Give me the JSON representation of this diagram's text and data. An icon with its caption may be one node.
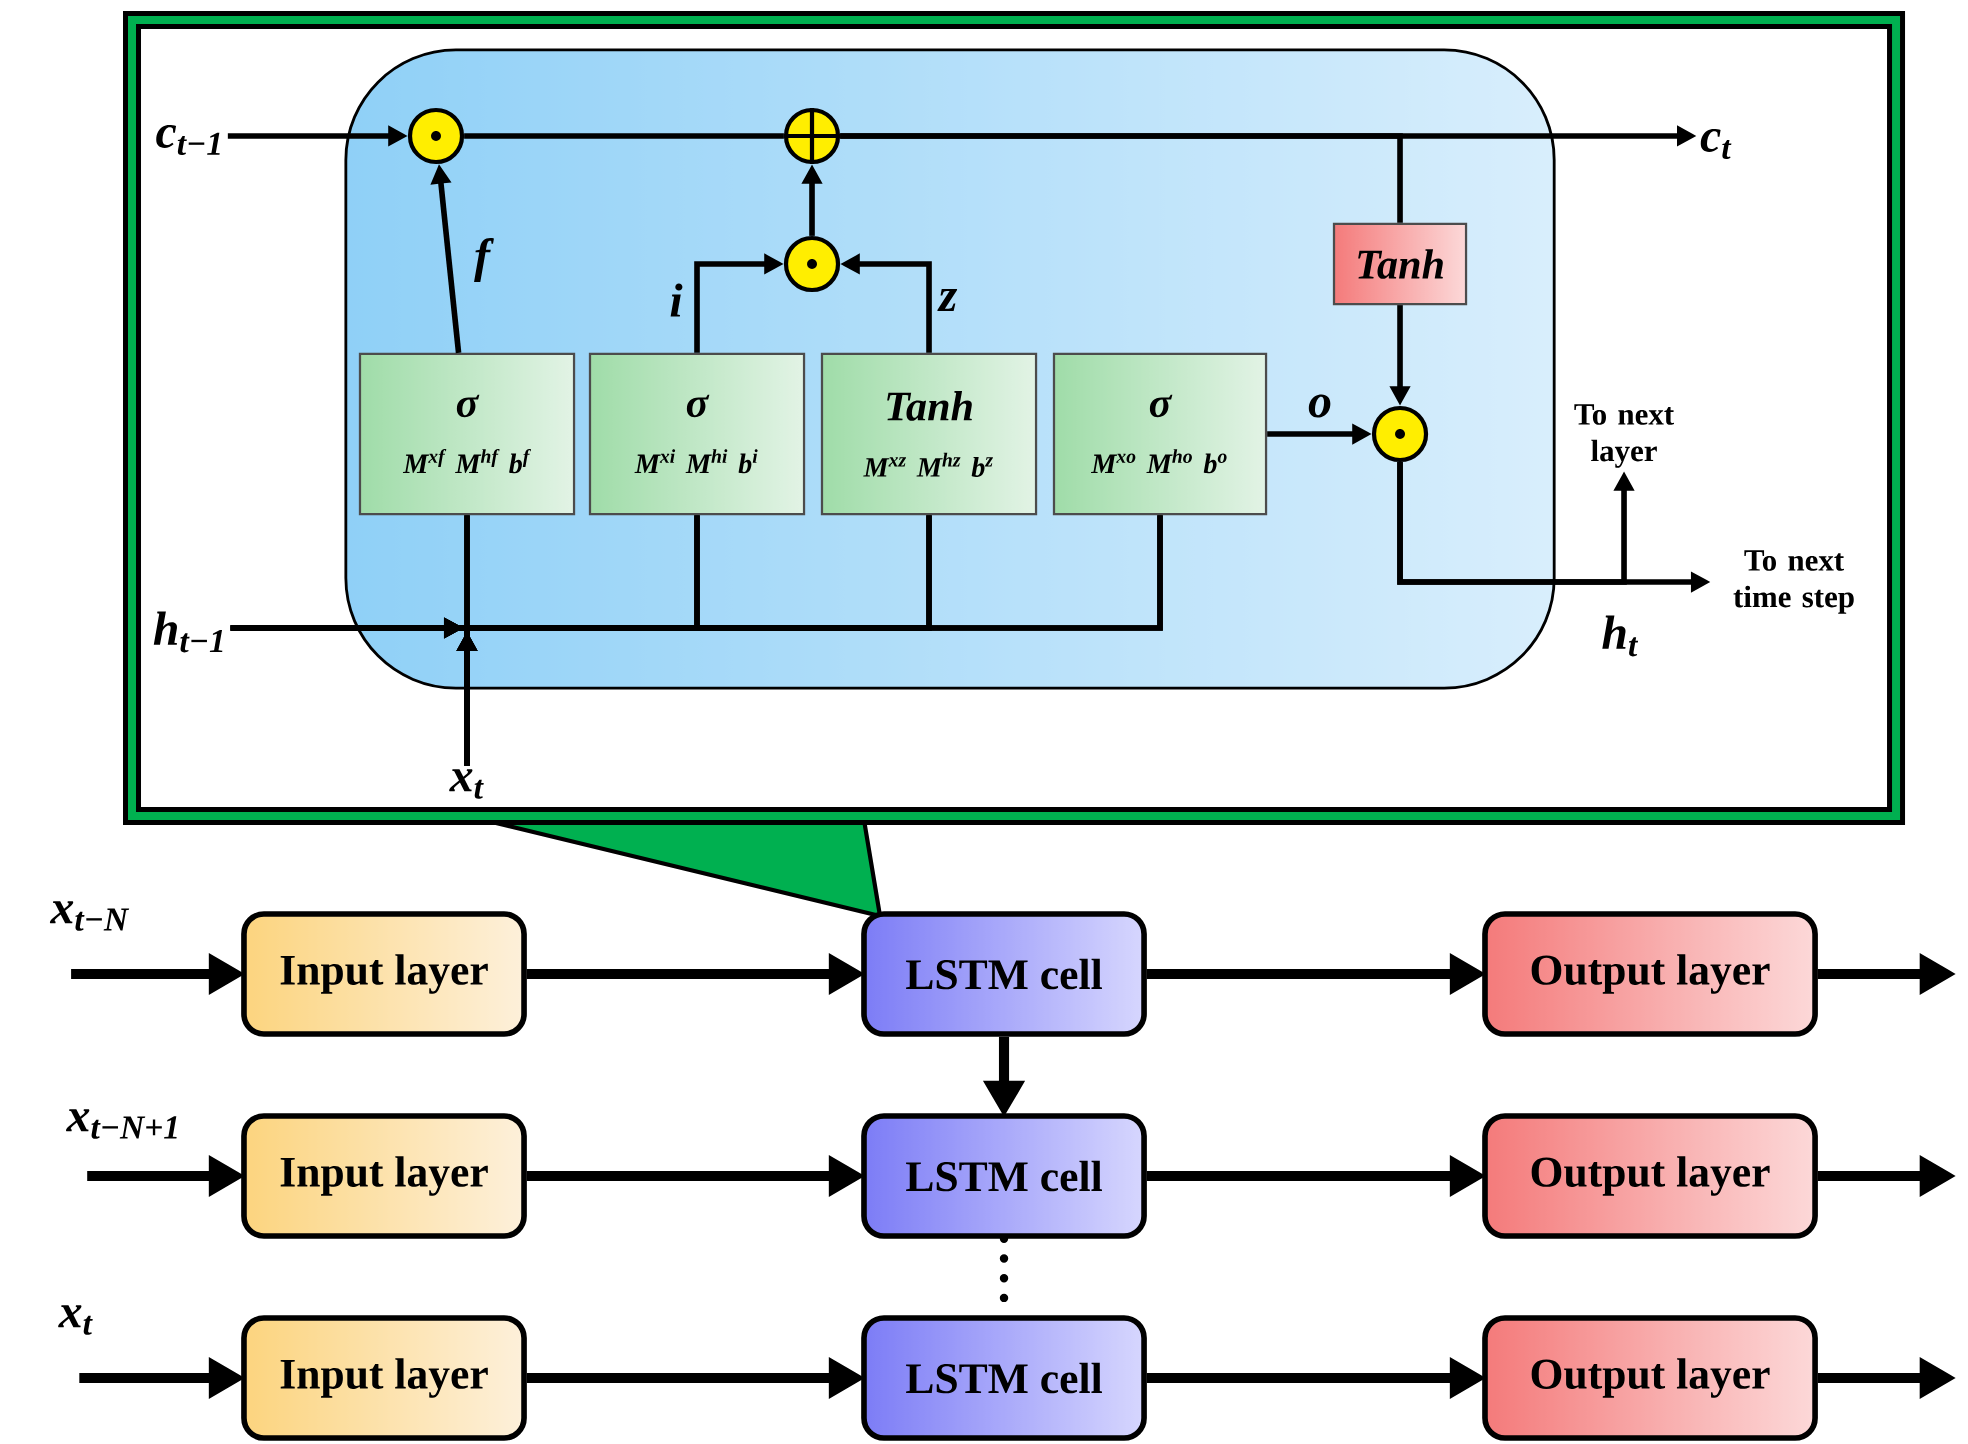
{
  "diagram": {
    "nodes": [
      {
        "text": [],
        "shape": "box"
      },
      {
        "text": [
          "σ",
          "M$^{xf}$ M$^{hf}$  b$^{f}$"
        ],
        "in": 0
      },
      {
        "text": [
          "σ",
          "M$^{xi}$ M$^{hi}$  b$^{i}$"
        ],
        "in": 0
      },
      {
        "text": [
          "Tanh",
          "M$^{xz}$ M$^{hz}$  b$^{z}$"
        ],
        "in": 0
      },
      {
        "text": [
          "σ",
          "M$^{xo}$ M$^{ho}$  b$^{o}$"
        ],
        "in": 0
      },
      {
        "text": [
          "Tanh"
        ],
        "in": 0
      },
      {
        "text": [],
        "shape": "circle",
        "in": 0
      },
      {
        "text": [],
        "shape": "circle",
        "in": 0
      },
      {
        "text": [],
        "shape": "circle",
        "in": 0
      },
      {
        "text": [],
        "shape": "circle",
        "in": 0
      },
      {
        "text": [
          "c$_{t−1}$"
        ]
      },
      {
        "text": [
          "c$_{t}$"
        ]
      },
      {
        "text": [
          "h$_{t−1}$"
        ]
      },
      {
        "text": [
          "x$_{t}$"
        ]
      },
      {
        "text": [
          "To next time step"
        ]
      },
      {
        "text": [
          "To next layer"
        ]
      },
      {
        "text": [
          "x$_{t−N}$"
        ]
      },
      {
        "text": [
          "Input layer"
        ]
      },
      {
        "text": [
          "LSTM cell"
        ]
      },
      {
        "text": [
          "Output layer"
        ]
      },
      {
        "text": [
          "x$_{t−N+1}$"
        ]
      },
      {
        "text": [
          "Input layer"
        ]
      },
      {
        "text": [
          "LSTM cell"
        ]
      },
      {
        "text": [
          "Output layer"
        ]
      },
      {
        "text": [
          "x$_{t}$"
        ]
      },
      {
        "text": [
          "Input layer"
        ]
      },
      {
        "text": [
          "LSTM cell"
        ]
      },
      {
        "text": [
          "Output layer"
        ]
      }
    ],
    "edges": [
      {
        "from": 10,
        "to": 6,
        "arrow": "to"
      },
      {
        "from": 1,
        "to": 6,
        "arrow": "to",
        "label": "f"
      },
      {
        "from": 6,
        "to": 7,
        "arrow": "none"
      },
      {
        "from": 2,
        "to": 8,
        "arrow": "to",
        "label": "i"
      },
      {
        "from": 3,
        "to": 8,
        "arrow": "to",
        "label": "z"
      },
      {
        "from": 8,
        "to": 7,
        "arrow": "to"
      },
      {
        "from": 7,
        "to": 11,
        "arrow": "to"
      },
      {
        "from": 7,
        "to": 5,
        "arrow": "none"
      },
      {
        "from": 5,
        "to": 9,
        "arrow": "to"
      },
      {
        "from": 4,
        "to": 9,
        "arrow": "to",
        "label": "o"
      },
      {
        "from": 9,
        "to": 14,
        "arrow": "to",
        "label": "h$_{t}$"
      },
      {
        "from": 9,
        "to": 15,
        "arrow": "to"
      },
      {
        "from": 12,
        "to": 1,
        "arrow": "to"
      },
      {
        "from": 12,
        "to": 2,
        "arrow": "to"
      },
      {
        "from": 12,
        "to": 3,
        "arrow": "to"
      },
      {
        "from": 12,
        "to": 4,
        "arrow": "to"
      },
      {
        "from": 13,
        "to": 1,
        "arrow": "to"
      },
      {
        "from": 13,
        "to": 2,
        "arrow": "to"
      },
      {
        "from": 13,
        "to": 3,
        "arrow": "to"
      },
      {
        "from": 13,
        "to": 4,
        "arrow": "to"
      },
      {
        "from": 16,
        "to": 17,
        "arrow": "to",
        "style": "thick"
      },
      {
        "from": 17,
        "to": 18,
        "arrow": "to",
        "style": "thick"
      },
      {
        "from": 18,
        "to": 19,
        "arrow": "to",
        "style": "thick"
      },
      {
        "from": 19,
        "to": null,
        "arrow": "to",
        "style": "thick"
      },
      {
        "from": 18,
        "to": 22,
        "arrow": "to",
        "style": "thick"
      },
      {
        "from": 20,
        "to": 21,
        "arrow": "to",
        "style": "thick"
      },
      {
        "from": 21,
        "to": 22,
        "arrow": "to",
        "style": "thick"
      },
      {
        "from": 22,
        "to": 23,
        "arrow": "to",
        "style": "thick"
      },
      {
        "from": 23,
        "to": null,
        "arrow": "to",
        "style": "thick"
      },
      {
        "from": 22,
        "to": 26,
        "arrow": "none",
        "style": "dashed"
      },
      {
        "from": 24,
        "to": 25,
        "arrow": "to",
        "style": "thick"
      },
      {
        "from": 25,
        "to": 26,
        "arrow": "to",
        "style": "thick"
      },
      {
        "from": 26,
        "to": 27,
        "arrow": "to",
        "style": "thick"
      },
      {
        "from": 27,
        "to": null,
        "arrow": "to",
        "style": "thick"
      }
    ]
  }
}
